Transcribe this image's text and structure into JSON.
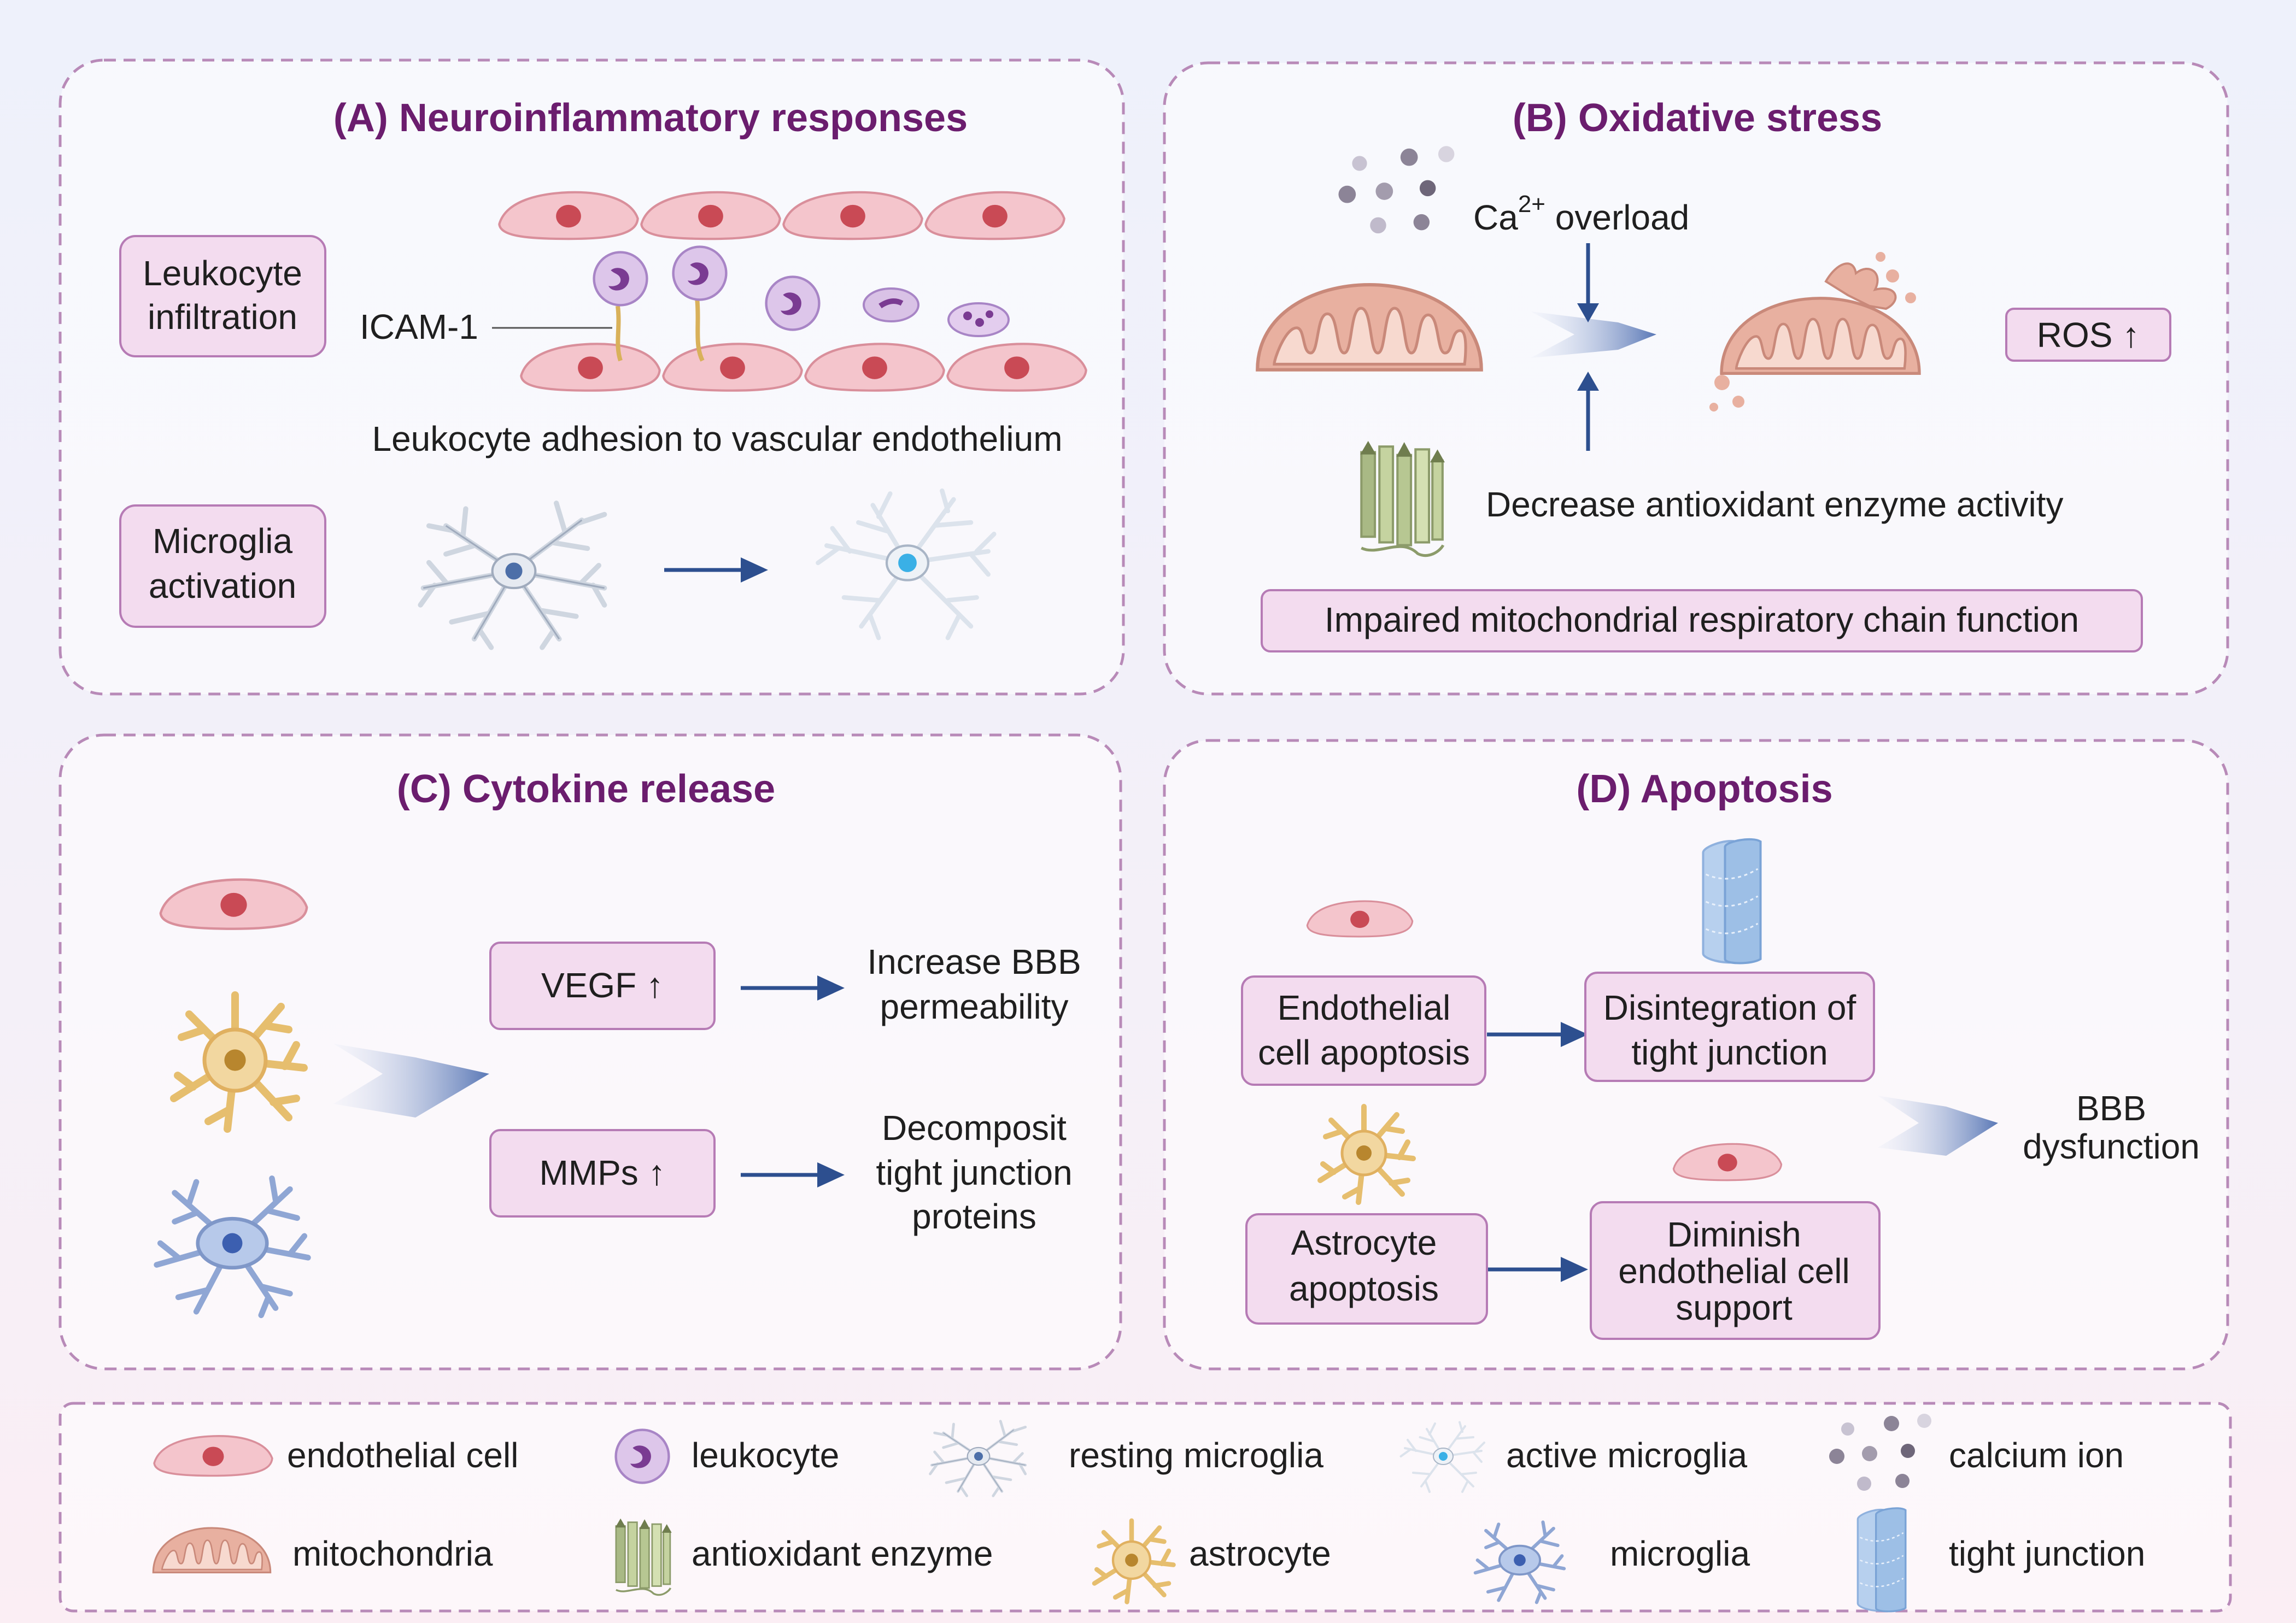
{
  "colors": {
    "title": "#6b1d6e",
    "label_box_fill": "#f3dcef",
    "label_box_stroke": "#b67bb5",
    "panel_stroke": "#b88ab8",
    "arrow": "#2d4f8f",
    "endothelial": "#f4c5cc",
    "nucleus": "#c94a55",
    "leukocyte": "#cdb2e0",
    "mitochondria": "#e8b0a0",
    "astrocyte": "#f2d7a0",
    "microglia": "#b7c9ea",
    "tight_junction": "#a8c6ea",
    "antioxidant_enzyme": "#b7c792"
  },
  "panels": {
    "a": {
      "title": "(A) Neuroinflammatory responses",
      "leukocyte_box": [
        "Leukocyte",
        "infiltration"
      ],
      "icam_label": "ICAM-1",
      "adhesion_caption": "Leukocyte adhesion to vascular endothelium",
      "microglia_box": [
        "Microglia",
        "activation"
      ]
    },
    "b": {
      "title": "(B) Oxidative stress",
      "ca_label": "Ca",
      "ca_superscript": "2+",
      "ca_suffix": " overload",
      "ros_label": "ROS ↑",
      "enzyme_label": "Decrease antioxidant enzyme activity",
      "respiratory_box": "Impaired mitochondrial respiratory chain function"
    },
    "c": {
      "title": "(C) Cytokine release",
      "vegf_box": "VEGF ↑",
      "vegf_effect": [
        "Increase BBB",
        "permeability"
      ],
      "mmps_box": "MMPs ↑",
      "mmps_effect": [
        "Decomposit",
        "tight junction",
        "proteins"
      ]
    },
    "d": {
      "title": "(D) Apoptosis",
      "endothelial_box": [
        "Endothelial",
        "cell apoptosis"
      ],
      "disintegration_box": [
        "Disintegration of",
        "tight junction"
      ],
      "astrocyte_box": [
        "Astrocyte",
        "apoptosis"
      ],
      "diminish_box": [
        "Diminish",
        "endothelial cell",
        "support"
      ],
      "outcome": [
        "BBB",
        "dysfunction"
      ]
    }
  },
  "legend": {
    "items": [
      {
        "icon": "endothelial-cell-icon",
        "label": "endothelial cell"
      },
      {
        "icon": "leukocyte-icon",
        "label": "leukocyte"
      },
      {
        "icon": "resting-microglia-icon",
        "label": "resting microglia"
      },
      {
        "icon": "active-microglia-icon",
        "label": "active microglia"
      },
      {
        "icon": "calcium-ion-icon",
        "label": "calcium ion"
      },
      {
        "icon": "mitochondria-icon",
        "label": "mitochondria"
      },
      {
        "icon": "antioxidant-enzyme-icon",
        "label": "antioxidant enzyme"
      },
      {
        "icon": "astrocyte-icon",
        "label": "astrocyte"
      },
      {
        "icon": "microglia-icon",
        "label": "microglia"
      },
      {
        "icon": "tight-junction-icon",
        "label": "tight junction"
      }
    ]
  }
}
